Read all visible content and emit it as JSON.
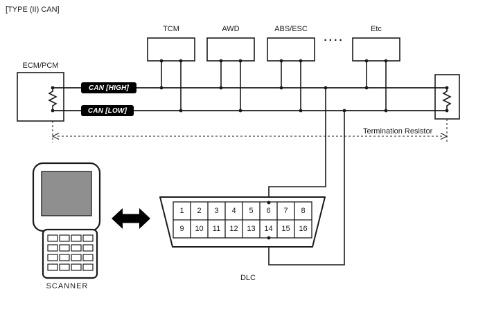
{
  "title": "[TYPE (II) CAN]",
  "modules": [
    {
      "label": "TCM"
    },
    {
      "label": "AWD"
    },
    {
      "label": "ABS/ESC"
    },
    {
      "label": "Etc"
    }
  ],
  "module_ellipsis": "····",
  "ecm": {
    "label": "ECM/PCM"
  },
  "bus": {
    "high_label": "CAN [HIGH]",
    "low_label": "CAN [LOW]"
  },
  "termination": {
    "label": "Termination Resistor"
  },
  "scanner": {
    "label": "SCANNER"
  },
  "dlc": {
    "label": "DLC",
    "pins": [
      "1",
      "2",
      "3",
      "4",
      "5",
      "6",
      "7",
      "8",
      "9",
      "10",
      "11",
      "12",
      "13",
      "14",
      "15",
      "16"
    ],
    "can_high_pin": "6",
    "can_low_pin": "14"
  },
  "colors": {
    "line": "#1a1a1a",
    "screen_fill": "#8f8f8f",
    "pill_bg": "#000000",
    "pill_text": "#ffffff"
  }
}
